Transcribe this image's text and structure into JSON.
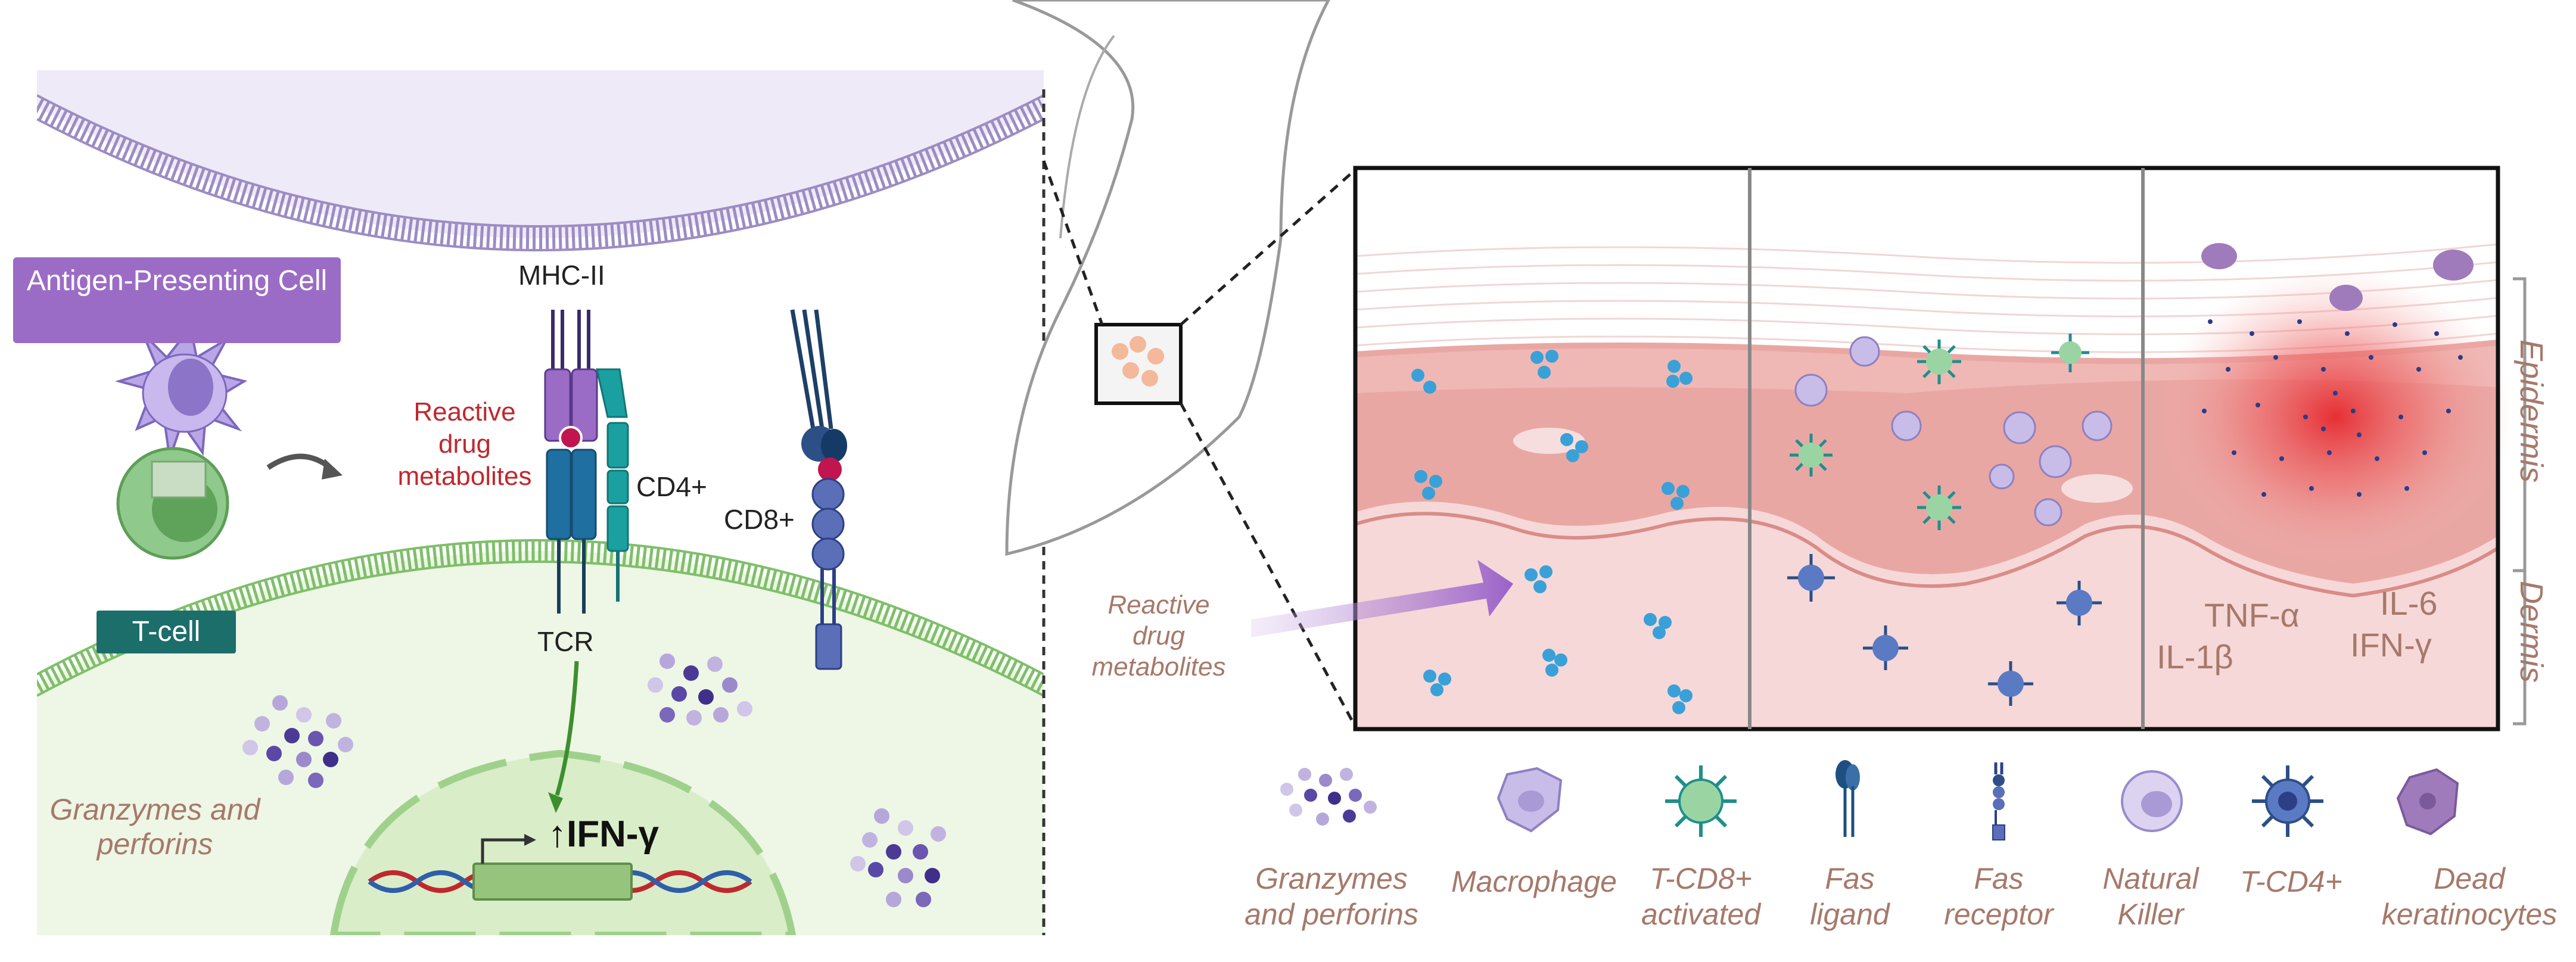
{
  "left_panel": {
    "apc_label": "Antigen-Presenting Cell",
    "tcell_label": "T-cell",
    "mhc_label": "MHC-II",
    "reactive_label": "Reactive drug metabolites",
    "cd4_label": "CD4+",
    "cd8_label": "CD8+",
    "tcr_label": "TCR",
    "ifn_label": "↑IFN-γ",
    "granzymes_label": "Granzymes and perforins"
  },
  "right_panel": {
    "reactive_label": "Reactive drug metabolites",
    "epidermis_label": "Epidermis",
    "dermis_label": "Dermis",
    "cytokines": [
      "TNF-α",
      "IL-1β",
      "IL-6",
      "IFN-γ"
    ]
  },
  "legend": [
    {
      "label": "Granzymes and perforins",
      "icon": "granzyme-dots-icon"
    },
    {
      "label": "Macrophage",
      "icon": "macrophage-icon"
    },
    {
      "label": "T-CD8+ activated",
      "icon": "tcd8-activated-icon"
    },
    {
      "label": "Fas ligand",
      "icon": "fas-ligand-icon"
    },
    {
      "label": "Fas receptor",
      "icon": "fas-receptor-icon"
    },
    {
      "label": "Natural Killer",
      "icon": "natural-killer-icon"
    },
    {
      "label": "T-CD4+",
      "icon": "tcd4-icon"
    },
    {
      "label": "Dead keratinocytes",
      "icon": "dead-keratinocyte-icon"
    }
  ],
  "colors": {
    "apc_purple": "#9b6cc6",
    "tcell_teal": "#1c6e6a",
    "label_brown": "#a6796a",
    "reactive_red": "#c0282e",
    "tcell_green": "#8fc98c"
  }
}
